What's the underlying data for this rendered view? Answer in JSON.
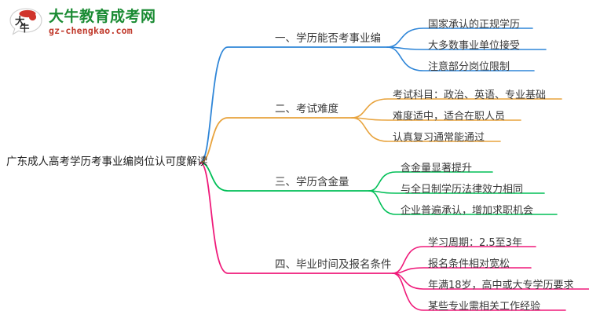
{
  "logo": {
    "mark_text": "大牛",
    "brand_cn": "大牛教育成考网",
    "brand_url": "gz-chengkao.com",
    "brand_color": "#1a8b33",
    "url_color": "#c0392b",
    "mark_color": "#d0342c"
  },
  "mindmap": {
    "root": {
      "label": "广东成人高考学历考事业编岗位认可度解读"
    },
    "branches": [
      {
        "label": "一、学历能否考事业编",
        "color": "#2f86d8",
        "children": [
          {
            "label": "国家承认的正规学历"
          },
          {
            "label": "大多数事业单位接受"
          },
          {
            "label": "注意部分岗位限制"
          }
        ]
      },
      {
        "label": "二、考试难度",
        "color": "#e8a33d",
        "children": [
          {
            "label": "考试科目：政治、英语、专业基础"
          },
          {
            "label": "难度适中，适合在职人员"
          },
          {
            "label": "认真复习通常能通过"
          }
        ]
      },
      {
        "label": "三、学历含金量",
        "color": "#00bf57",
        "children": [
          {
            "label": "含金量显著提升"
          },
          {
            "label": "与全日制学历法律效力相同"
          },
          {
            "label": "企业普遍承认，增加求职机会"
          }
        ]
      },
      {
        "label": "四、毕业时间及报名条件",
        "color": "#ef1a7a",
        "children": [
          {
            "label": "学习周期：2.5至3年"
          },
          {
            "label": "报名条件相对宽松"
          },
          {
            "label": "年满18岁，高中或大专学历要求"
          },
          {
            "label": "某些专业需相关工作经验"
          }
        ]
      }
    ]
  }
}
